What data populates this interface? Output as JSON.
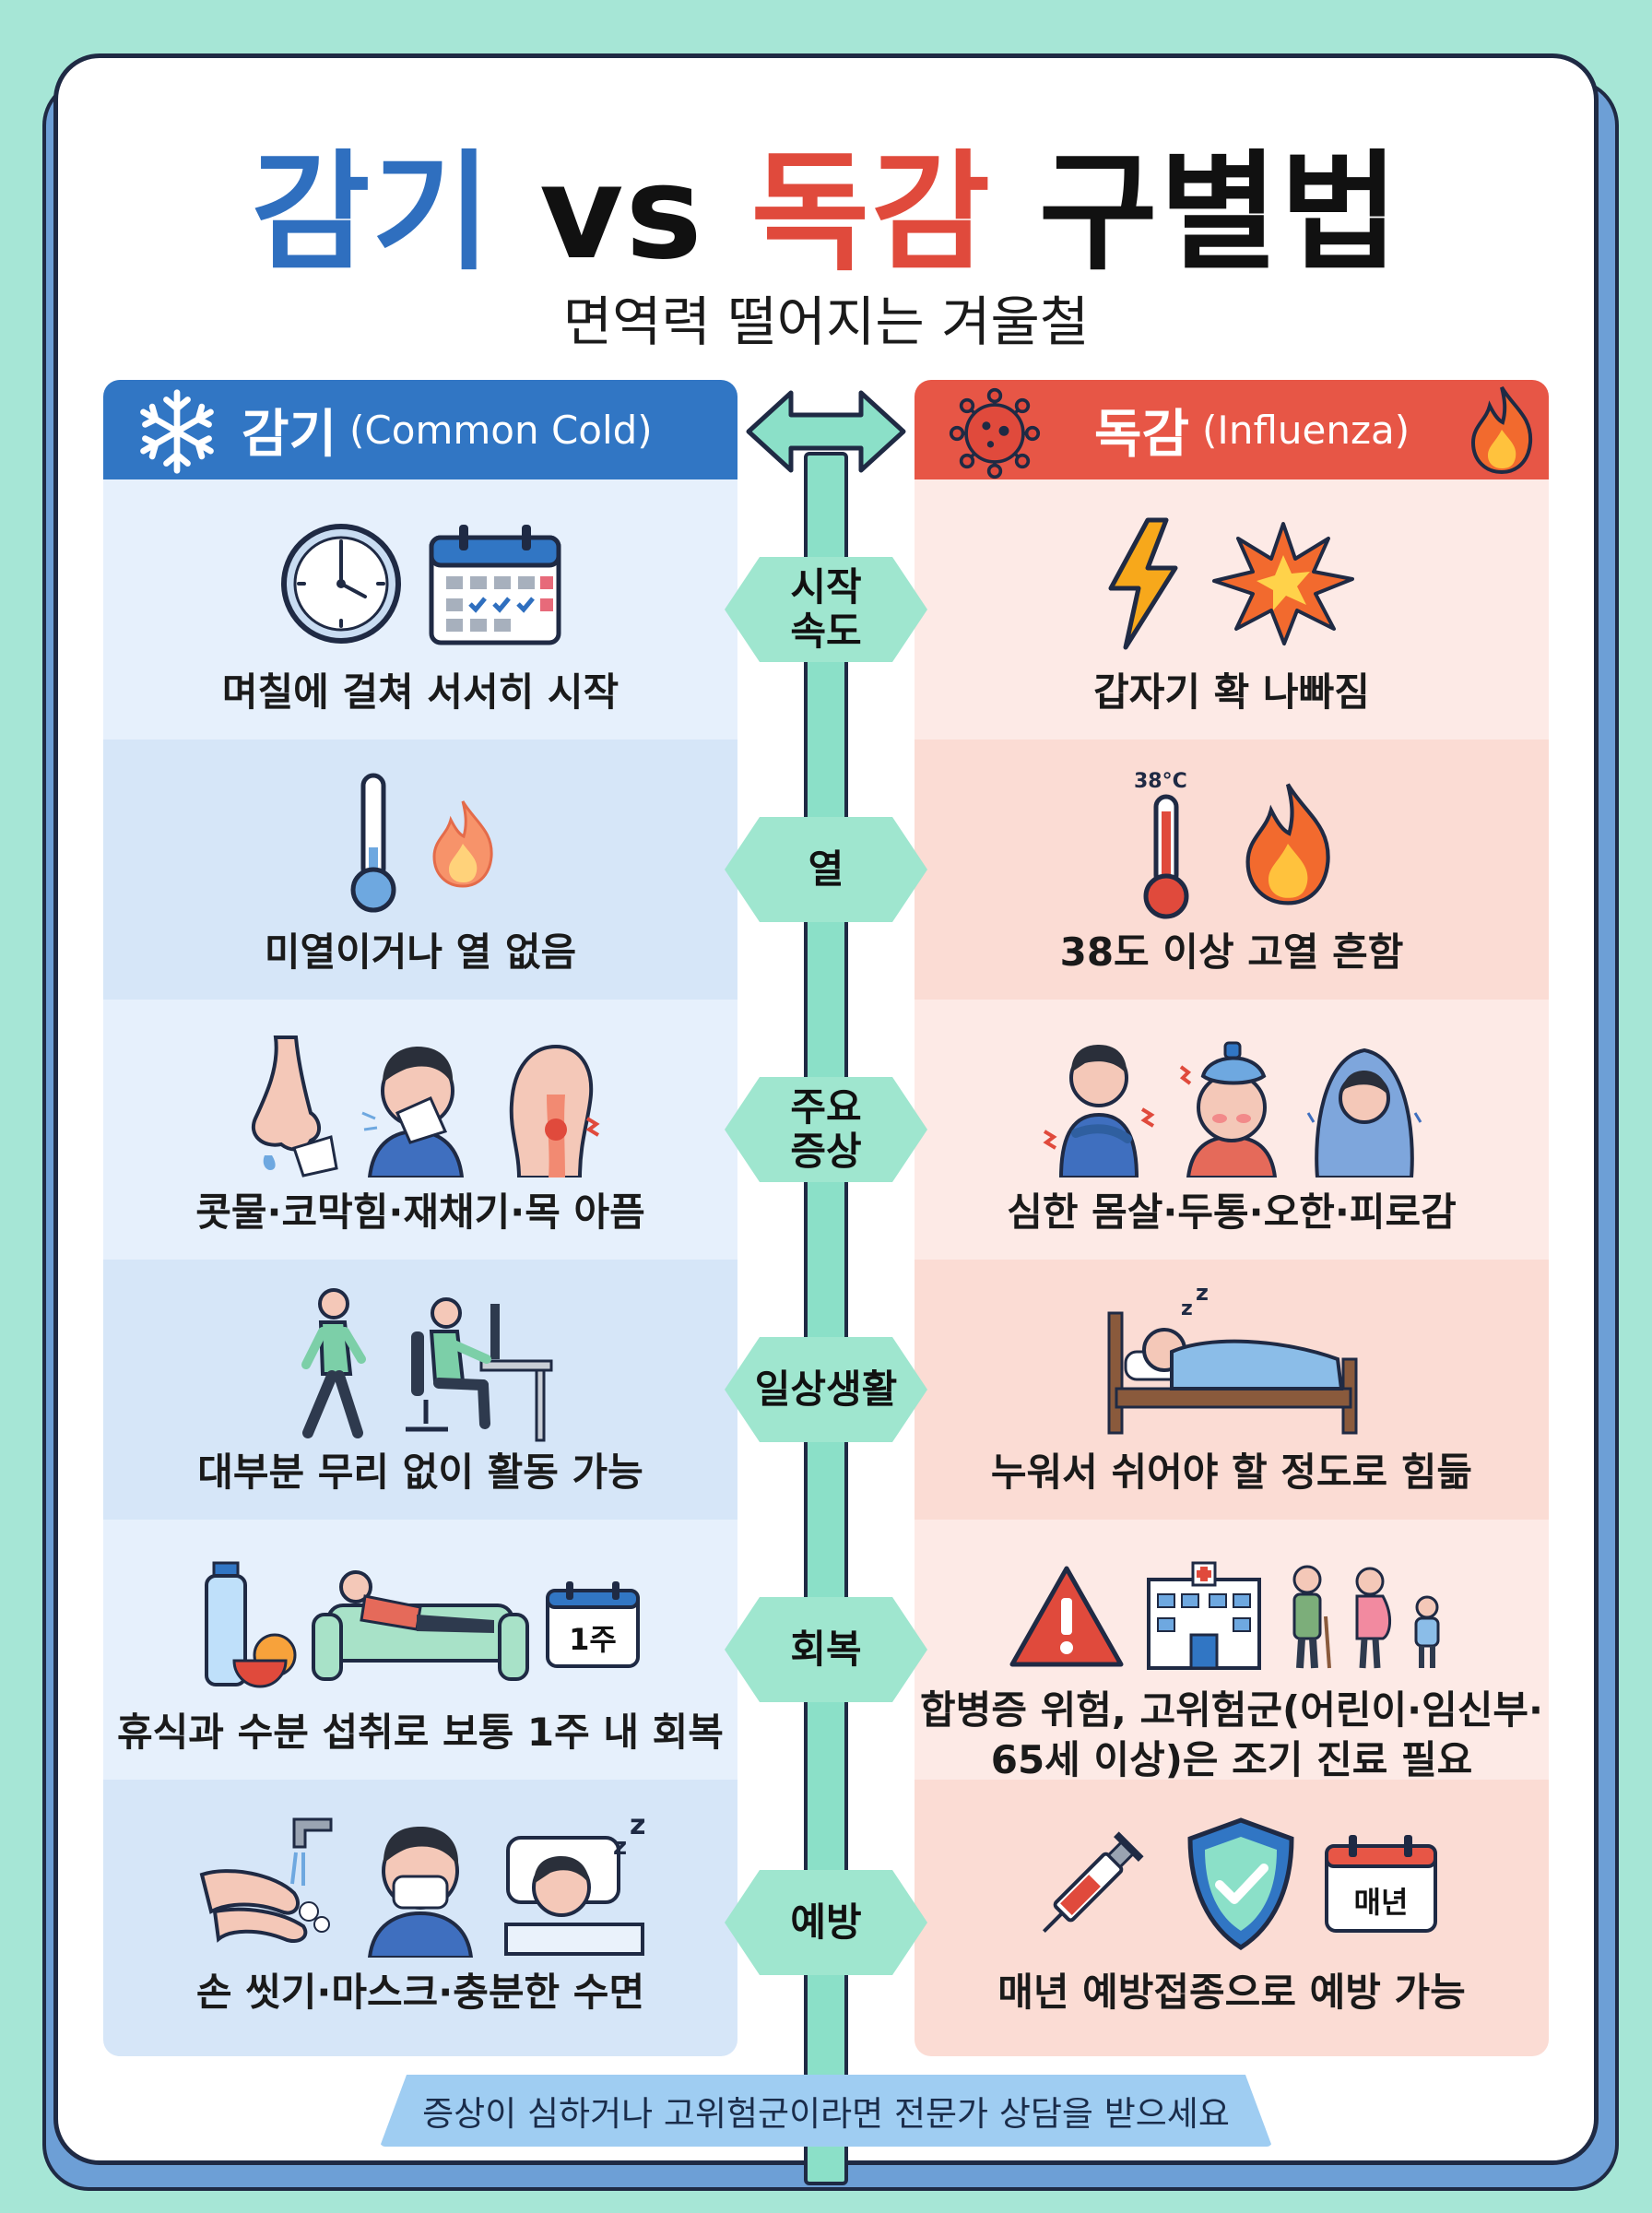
{
  "title": {
    "part1": "감기",
    "vs": "vs",
    "part2": "독감",
    "part3": "구별법"
  },
  "subtitle": "면역력 떨어지는 겨울철",
  "cold_header": {
    "name": "감기",
    "english": "(Common Cold)"
  },
  "flu_header": {
    "name": "독감",
    "english": "(Influenza)"
  },
  "categories": [
    {
      "l1": "시작",
      "l2": "속도"
    },
    {
      "l1": "열",
      "l2": ""
    },
    {
      "l1": "주요",
      "l2": "증상"
    },
    {
      "l1": "일상생활",
      "l2": ""
    },
    {
      "l1": "회복",
      "l2": ""
    },
    {
      "l1": "예방",
      "l2": ""
    }
  ],
  "cold_rows": [
    {
      "text": "며칠에 걸쳐 서서히 시작"
    },
    {
      "text": "미열이거나 열 없음"
    },
    {
      "text": "콧물·코막힘·재채기·목 아픔"
    },
    {
      "text": "대부분 무리 없이 활동 가능"
    },
    {
      "text": "휴식과 수분 섭취로 보통 1주 내 회복",
      "icon_text": "1주"
    },
    {
      "text": "손 씻기·마스크·충분한 수면"
    }
  ],
  "flu_rows": [
    {
      "text": "갑자기 확 나빠짐"
    },
    {
      "text": "38도 이상 고열 흔함",
      "icon_text": "38°C"
    },
    {
      "text": "심한 몸살·두통·오한·피로감"
    },
    {
      "text": "누워서 쉬어야 할 정도로 힘듦"
    },
    {
      "l1": "합병증 위험, 고위험군(어린이·임신부·",
      "l2": "65세 이상)은 조기 진료 필요"
    },
    {
      "text": "매년 예방접종으로 예방 가능",
      "icon_text": "매년"
    }
  ],
  "footer": "증상이 심하거나 고위험군이라면 전문가 상담을 받으세요",
  "colors": {
    "cold": "#2f6fbf",
    "flu": "#e04a3c",
    "spine": "#8be0c8",
    "background": "#a6e6d6"
  }
}
